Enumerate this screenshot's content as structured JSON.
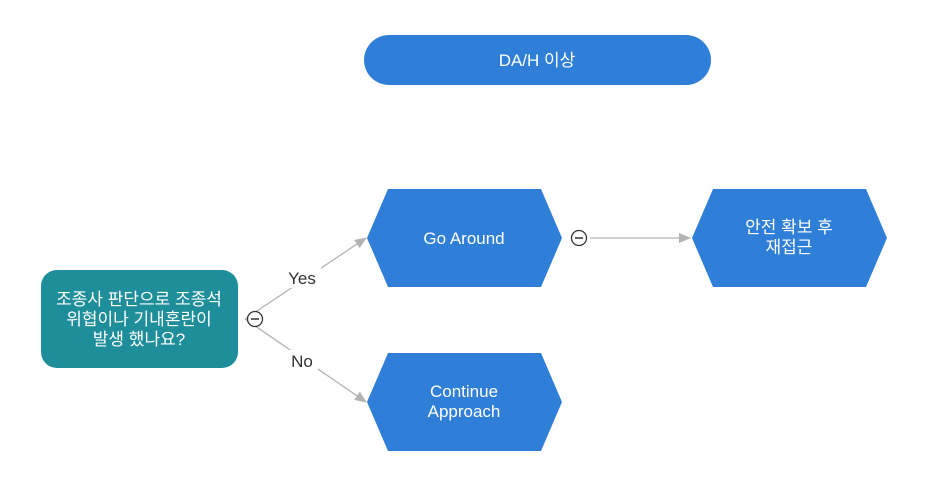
{
  "title": "DA/H 이상",
  "colors": {
    "node_blue": "#2f7fd8",
    "node_teal": "#1f8e9b",
    "edge": "#b3b3b3",
    "collapse_icon": "#333333"
  },
  "nodes": {
    "title_node": {
      "label": "DA/H 이상"
    },
    "decision": {
      "lines": [
        "조종사 판단으로 조종석",
        "위협이나 기내혼란이",
        "발생 했나요?"
      ]
    },
    "go_around": {
      "label": "Go Around"
    },
    "continue": {
      "lines": [
        "Continue",
        "Approach"
      ]
    },
    "secure": {
      "lines": [
        "안전 확보 후",
        "재접근"
      ]
    }
  },
  "edges": {
    "yes_label": "Yes",
    "no_label": "No"
  },
  "icons": {
    "collapse_decision": "minus-circle-icon",
    "collapse_go_around": "minus-circle-icon"
  }
}
